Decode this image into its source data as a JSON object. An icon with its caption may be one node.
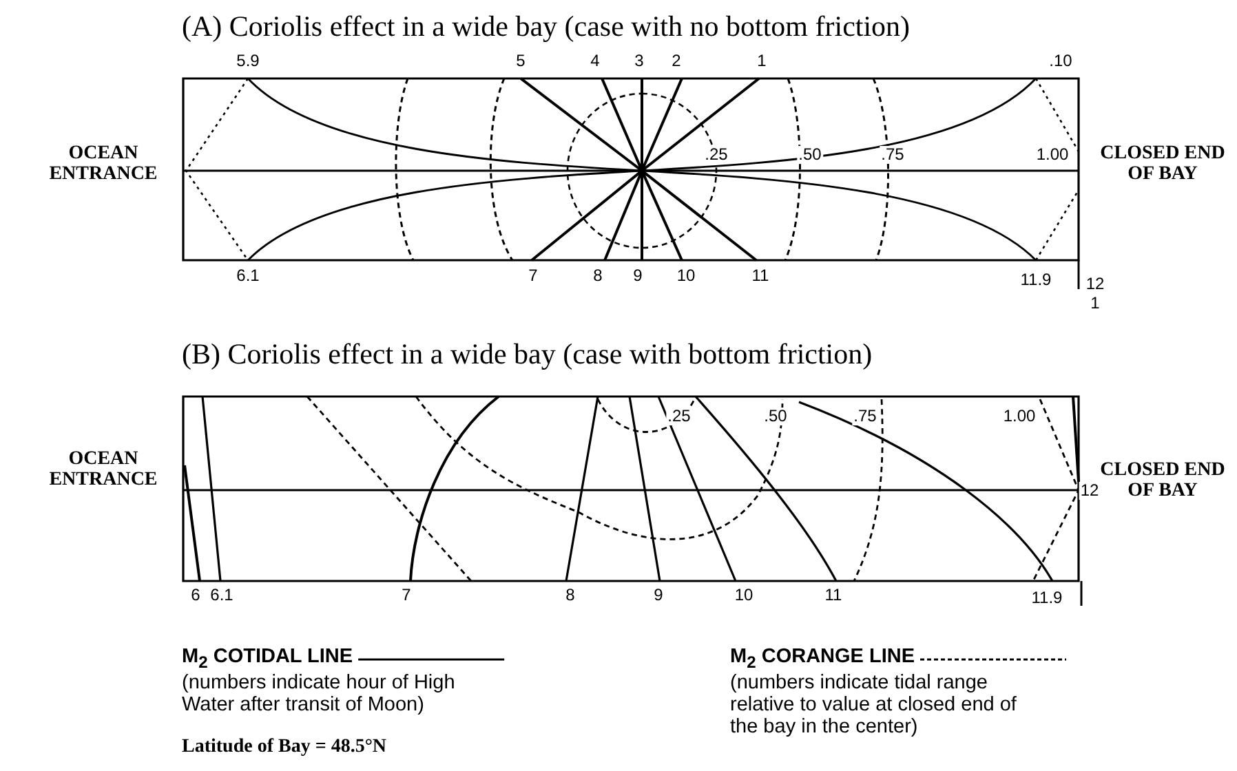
{
  "diagram": {
    "labels": [
      "(A) Coriolis effect in a wide bay (case with no bottom friction)",
      "5.9",
      "5",
      "4",
      "3",
      "2",
      "1",
      ".10",
      "OCEAN ENTRANCE",
      ".25",
      ".50",
      ".75",
      "1.00",
      "CLOSED END OF BAY",
      "6.1",
      "7",
      "8",
      "9",
      "10",
      "11",
      "11.9",
      "12",
      "1",
      "(B) Coriolis effect in a wide bay (case with bottom friction)",
      ".25",
      ".50",
      ".75",
      "1.00",
      "OCEAN ENTRANCE",
      "CLOSED END OF BAY",
      "12",
      "6",
      "6.1",
      "7",
      "8",
      "9",
      "10",
      "11",
      "11.9",
      "(numbers indicate hour of High Water after transit of Moon)",
      "(numbers indicate tidal range relative to value at closed end of the bay in the center)",
      "Latitude of Bay = 48.5°N"
    ],
    "legend": [
      {
        "text": "M$_{2}$ COTIDAL LINE"
      },
      {
        "text": "M$_{2}$ CORANGE LINE"
      }
    ]
  }
}
